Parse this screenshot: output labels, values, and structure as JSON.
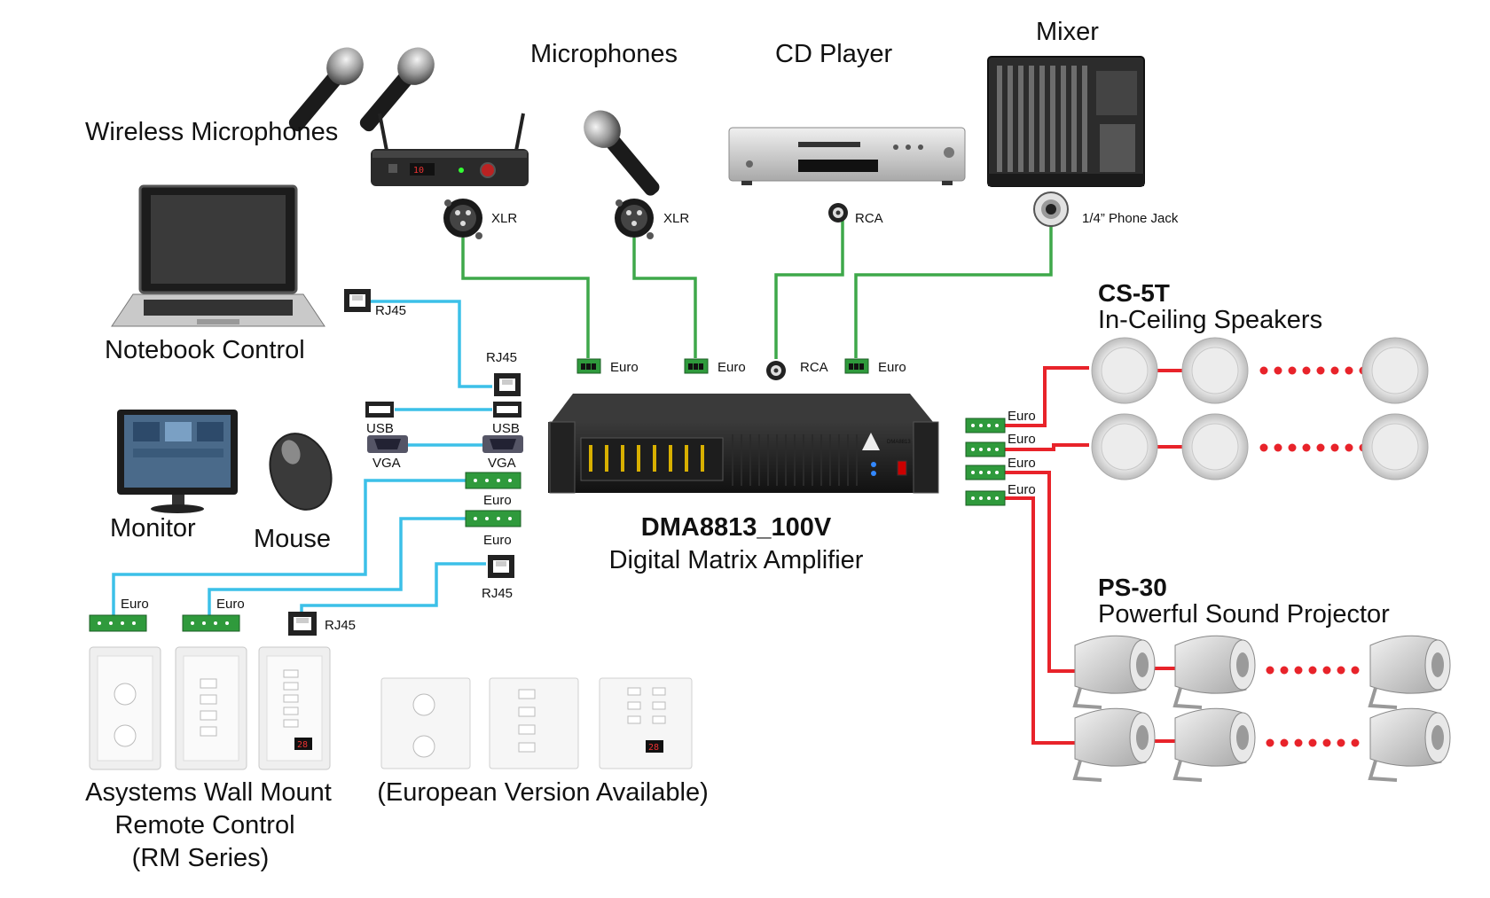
{
  "colors": {
    "green_wire": "#3ea84a",
    "blue_wire": "#3cc0e8",
    "red_wire": "#e8232a",
    "terminal_green": "#2f9a3c"
  },
  "sources": {
    "wireless_mic": {
      "title": "Wireless Microphones",
      "connector": "XLR"
    },
    "microphones": {
      "title": "Microphones",
      "connector": "XLR"
    },
    "cd_player": {
      "title": "CD Player",
      "connector": "RCA"
    },
    "mixer": {
      "title": "Mixer",
      "connector": "1/4” Phone Jack"
    }
  },
  "amp_inputs": [
    "Euro",
    "Euro",
    "RCA",
    "Euro"
  ],
  "amplifier": {
    "model": "DMA8813_100V",
    "description": "Digital Matrix Amplifier",
    "front_badge": "DMA8813"
  },
  "outputs": {
    "euro_labels": [
      "Euro",
      "Euro",
      "Euro",
      "Euro"
    ],
    "ceiling": {
      "model": "CS-5T",
      "description": "In-Ceiling Speakers"
    },
    "projector": {
      "model": "PS-30",
      "description": "Powerful Sound Projector"
    }
  },
  "control": {
    "notebook": "Notebook Control",
    "monitor": "Monitor",
    "mouse": "Mouse",
    "rj45_notebook": "RJ45",
    "rj45_amp": "RJ45",
    "usb_left": "USB",
    "usb_right": "USB",
    "vga_left": "VGA",
    "vga_right": "VGA",
    "euro_1": "Euro",
    "euro_2": "Euro",
    "rj45_3": "RJ45",
    "remote_euro_1": "Euro",
    "remote_euro_2": "Euro",
    "remote_rj45": "RJ45"
  },
  "remotes": {
    "line1": "Asystems Wall Mount",
    "line2": "Remote Control",
    "line3": "(RM Series)",
    "european": "(European Version Available)"
  }
}
